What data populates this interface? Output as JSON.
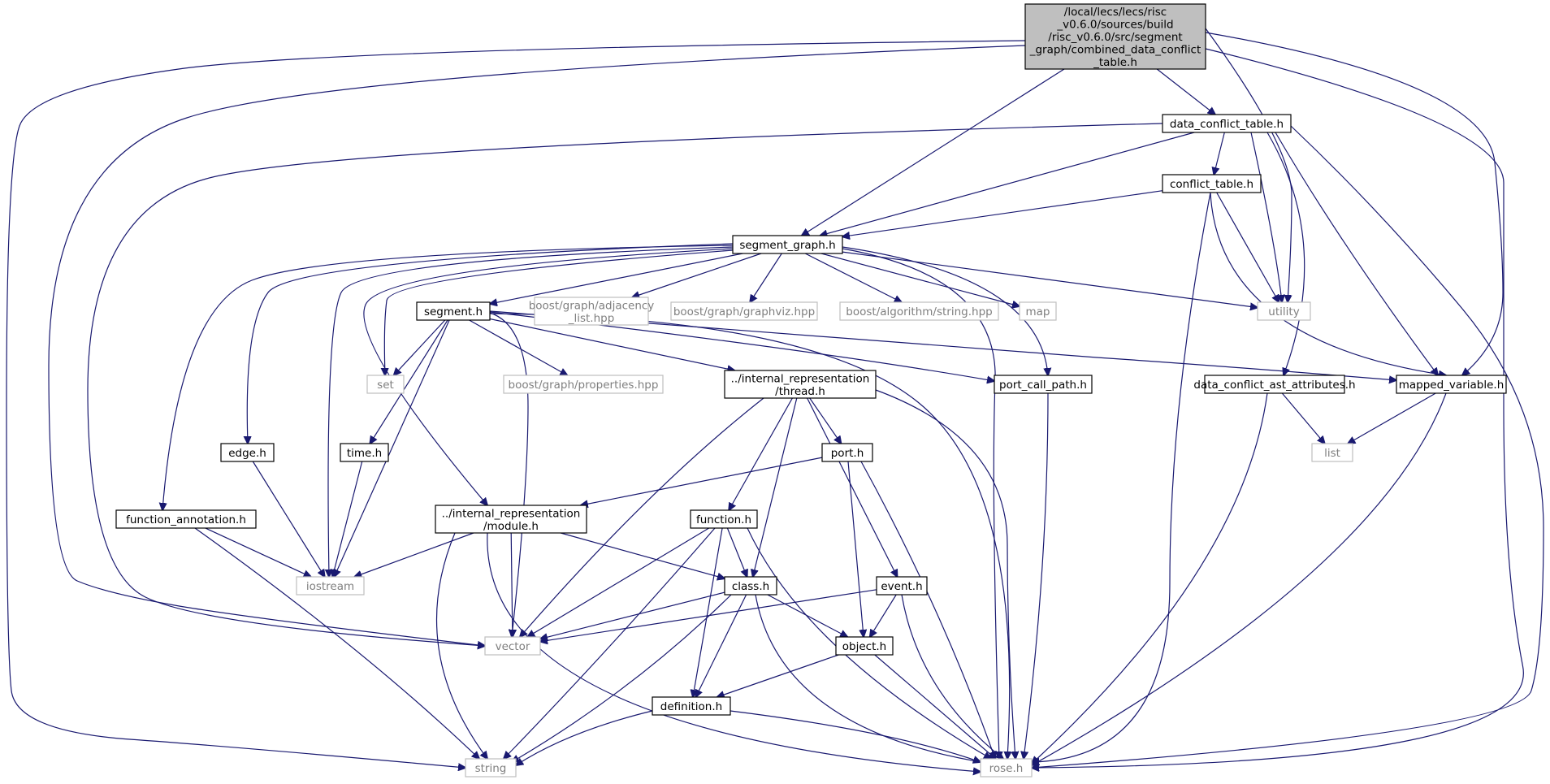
{
  "colors": {
    "edge": "#191970",
    "root_fill": "#bfbfbf",
    "local_border": "#000000",
    "system_border": "#bfbfbf",
    "system_text": "#7f7f7f"
  },
  "nodes": [
    {
      "id": "root",
      "kind": "root",
      "lines": [
        "/local/lecs/lecs/risc",
        "_v0.6.0/sources/build",
        "/risc_v0.6.0/src/segment",
        "_graph/combined_data_conflict",
        "_table.h"
      ]
    },
    {
      "id": "dct",
      "kind": "local",
      "lines": [
        "data_conflict_table.h"
      ]
    },
    {
      "id": "ct",
      "kind": "local",
      "lines": [
        "conflict_table.h"
      ]
    },
    {
      "id": "sg",
      "kind": "local",
      "lines": [
        "segment_graph.h"
      ]
    },
    {
      "id": "seg",
      "kind": "local",
      "lines": [
        "segment.h"
      ]
    },
    {
      "id": "adj",
      "kind": "system",
      "lines": [
        "boost/graph/adjacency",
        "_list.hpp"
      ]
    },
    {
      "id": "gv",
      "kind": "system",
      "lines": [
        "boost/graph/graphviz.hpp"
      ]
    },
    {
      "id": "str_hpp",
      "kind": "system",
      "lines": [
        "boost/algorithm/string.hpp"
      ]
    },
    {
      "id": "map",
      "kind": "system",
      "lines": [
        "map"
      ]
    },
    {
      "id": "utility",
      "kind": "system",
      "lines": [
        "utility"
      ]
    },
    {
      "id": "set",
      "kind": "system",
      "lines": [
        "set"
      ]
    },
    {
      "id": "props",
      "kind": "system",
      "lines": [
        "boost/graph/properties.hpp"
      ]
    },
    {
      "id": "thread",
      "kind": "local",
      "lines": [
        "../internal_representation",
        "/thread.h"
      ]
    },
    {
      "id": "pcp",
      "kind": "local",
      "lines": [
        "port_call_path.h"
      ]
    },
    {
      "id": "dcaa",
      "kind": "local",
      "lines": [
        "data_conflict_ast_attributes.h"
      ]
    },
    {
      "id": "mv",
      "kind": "local",
      "lines": [
        "mapped_variable.h"
      ]
    },
    {
      "id": "list",
      "kind": "system",
      "lines": [
        "list"
      ]
    },
    {
      "id": "edge",
      "kind": "local",
      "lines": [
        "edge.h"
      ]
    },
    {
      "id": "time",
      "kind": "local",
      "lines": [
        "time.h"
      ]
    },
    {
      "id": "port",
      "kind": "local",
      "lines": [
        "port.h"
      ]
    },
    {
      "id": "fa",
      "kind": "local",
      "lines": [
        "function_annotation.h"
      ]
    },
    {
      "id": "module",
      "kind": "local",
      "lines": [
        "../internal_representation",
        "/module.h"
      ]
    },
    {
      "id": "function",
      "kind": "local",
      "lines": [
        "function.h"
      ]
    },
    {
      "id": "iostream",
      "kind": "system",
      "lines": [
        "iostream"
      ]
    },
    {
      "id": "class",
      "kind": "local",
      "lines": [
        "class.h"
      ]
    },
    {
      "id": "event",
      "kind": "local",
      "lines": [
        "event.h"
      ]
    },
    {
      "id": "vector",
      "kind": "system",
      "lines": [
        "vector"
      ]
    },
    {
      "id": "object",
      "kind": "local",
      "lines": [
        "object.h"
      ]
    },
    {
      "id": "definition",
      "kind": "local",
      "lines": [
        "definition.h"
      ]
    },
    {
      "id": "string",
      "kind": "system",
      "lines": [
        "string"
      ]
    },
    {
      "id": "rose",
      "kind": "system",
      "lines": [
        "rose.h"
      ]
    }
  ],
  "edges": [
    [
      "root",
      "dct"
    ],
    [
      "root",
      "sg"
    ],
    [
      "root",
      "utility"
    ],
    [
      "root",
      "mv"
    ],
    [
      "root",
      "vector"
    ],
    [
      "root",
      "string"
    ],
    [
      "root",
      "rose"
    ],
    [
      "dct",
      "ct"
    ],
    [
      "dct",
      "sg"
    ],
    [
      "dct",
      "utility"
    ],
    [
      "dct",
      "dcaa"
    ],
    [
      "dct",
      "mv"
    ],
    [
      "dct",
      "vector"
    ],
    [
      "dct",
      "rose"
    ],
    [
      "ct",
      "sg"
    ],
    [
      "ct",
      "utility"
    ],
    [
      "ct",
      "mv"
    ],
    [
      "ct",
      "rose"
    ],
    [
      "sg",
      "seg"
    ],
    [
      "sg",
      "adj"
    ],
    [
      "sg",
      "gv"
    ],
    [
      "sg",
      "str_hpp"
    ],
    [
      "sg",
      "map"
    ],
    [
      "sg",
      "utility"
    ],
    [
      "sg",
      "set"
    ],
    [
      "sg",
      "pcp"
    ],
    [
      "sg",
      "rose"
    ],
    [
      "sg",
      "edge"
    ],
    [
      "sg",
      "fa"
    ],
    [
      "sg",
      "module"
    ],
    [
      "sg",
      "iostream"
    ],
    [
      "seg",
      "set"
    ],
    [
      "seg",
      "props"
    ],
    [
      "seg",
      "thread"
    ],
    [
      "seg",
      "pcp"
    ],
    [
      "seg",
      "mv"
    ],
    [
      "seg",
      "time"
    ],
    [
      "seg",
      "iostream"
    ],
    [
      "seg",
      "vector"
    ],
    [
      "seg",
      "rose"
    ],
    [
      "thread",
      "port"
    ],
    [
      "thread",
      "function"
    ],
    [
      "thread",
      "class"
    ],
    [
      "thread",
      "event"
    ],
    [
      "thread",
      "vector"
    ],
    [
      "thread",
      "rose"
    ],
    [
      "pcp",
      "rose"
    ],
    [
      "dcaa",
      "list"
    ],
    [
      "dcaa",
      "rose"
    ],
    [
      "mv",
      "list"
    ],
    [
      "mv",
      "rose"
    ],
    [
      "edge",
      "iostream"
    ],
    [
      "time",
      "iostream"
    ],
    [
      "port",
      "module"
    ],
    [
      "port",
      "object"
    ],
    [
      "port",
      "rose"
    ],
    [
      "fa",
      "iostream"
    ],
    [
      "fa",
      "string"
    ],
    [
      "module",
      "iostream"
    ],
    [
      "module",
      "class"
    ],
    [
      "module",
      "vector"
    ],
    [
      "module",
      "string"
    ],
    [
      "module",
      "rose"
    ],
    [
      "function",
      "class"
    ],
    [
      "function",
      "definition"
    ],
    [
      "function",
      "vector"
    ],
    [
      "function",
      "string"
    ],
    [
      "function",
      "rose"
    ],
    [
      "class",
      "object"
    ],
    [
      "class",
      "definition"
    ],
    [
      "class",
      "vector"
    ],
    [
      "class",
      "string"
    ],
    [
      "class",
      "rose"
    ],
    [
      "event",
      "object"
    ],
    [
      "event",
      "vector"
    ],
    [
      "event",
      "rose"
    ],
    [
      "object",
      "definition"
    ],
    [
      "object",
      "rose"
    ],
    [
      "definition",
      "string"
    ],
    [
      "definition",
      "rose"
    ]
  ]
}
